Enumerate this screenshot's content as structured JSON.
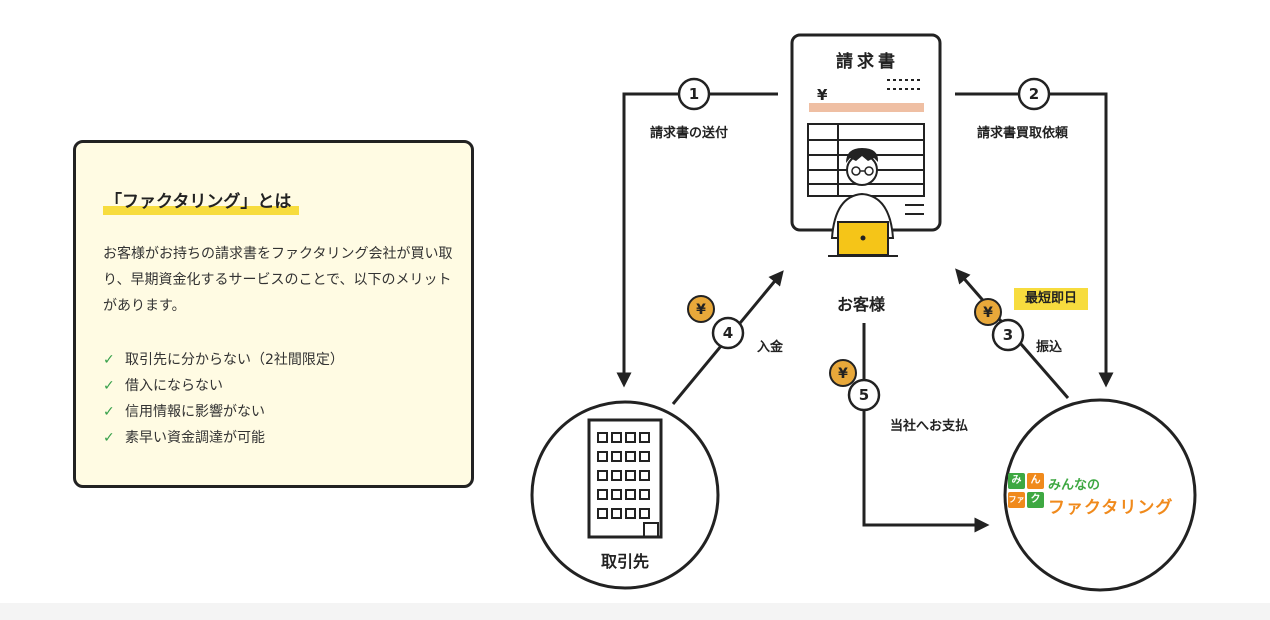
{
  "card": {
    "title": "「ファクタリング」とは",
    "description": "お客様がお持ちの請求書をファクタリング会社が買い取り、早期資金化するサービスのことで、以下のメリットがあります。",
    "merits": [
      "取引先に分からない（2社間限定）",
      "借入にならない",
      "信用情報に影響がない",
      "素早い資金調達が可能"
    ],
    "check_icon": "check-icon"
  },
  "diagram": {
    "invoice_title": "請求書",
    "invoice_yen": "¥",
    "customer_label": "お客様",
    "partner_label": "取引先",
    "steps": [
      {
        "num": "1",
        "label": "請求書の送付"
      },
      {
        "num": "2",
        "label": "請求書買取依頼"
      },
      {
        "num": "3",
        "label": "振込"
      },
      {
        "num": "4",
        "label": "入金"
      },
      {
        "num": "5",
        "label": "当社へお支払"
      }
    ],
    "yen_symbol": "¥",
    "speed_badge": "最短即日",
    "logo": {
      "squares": [
        "み",
        "ん",
        "ファ",
        "ク"
      ],
      "top_text": "みんなの",
      "main_text": "ファクタリング"
    }
  },
  "colors": {
    "highlight": "#f7dc3e",
    "card_bg": "#fffbe3",
    "coin": "#e8a83a",
    "laptop": "#f5c518",
    "logo_green": "#3ea842",
    "logo_orange": "#f08a1c",
    "amount_bar": "#efbfa3"
  }
}
